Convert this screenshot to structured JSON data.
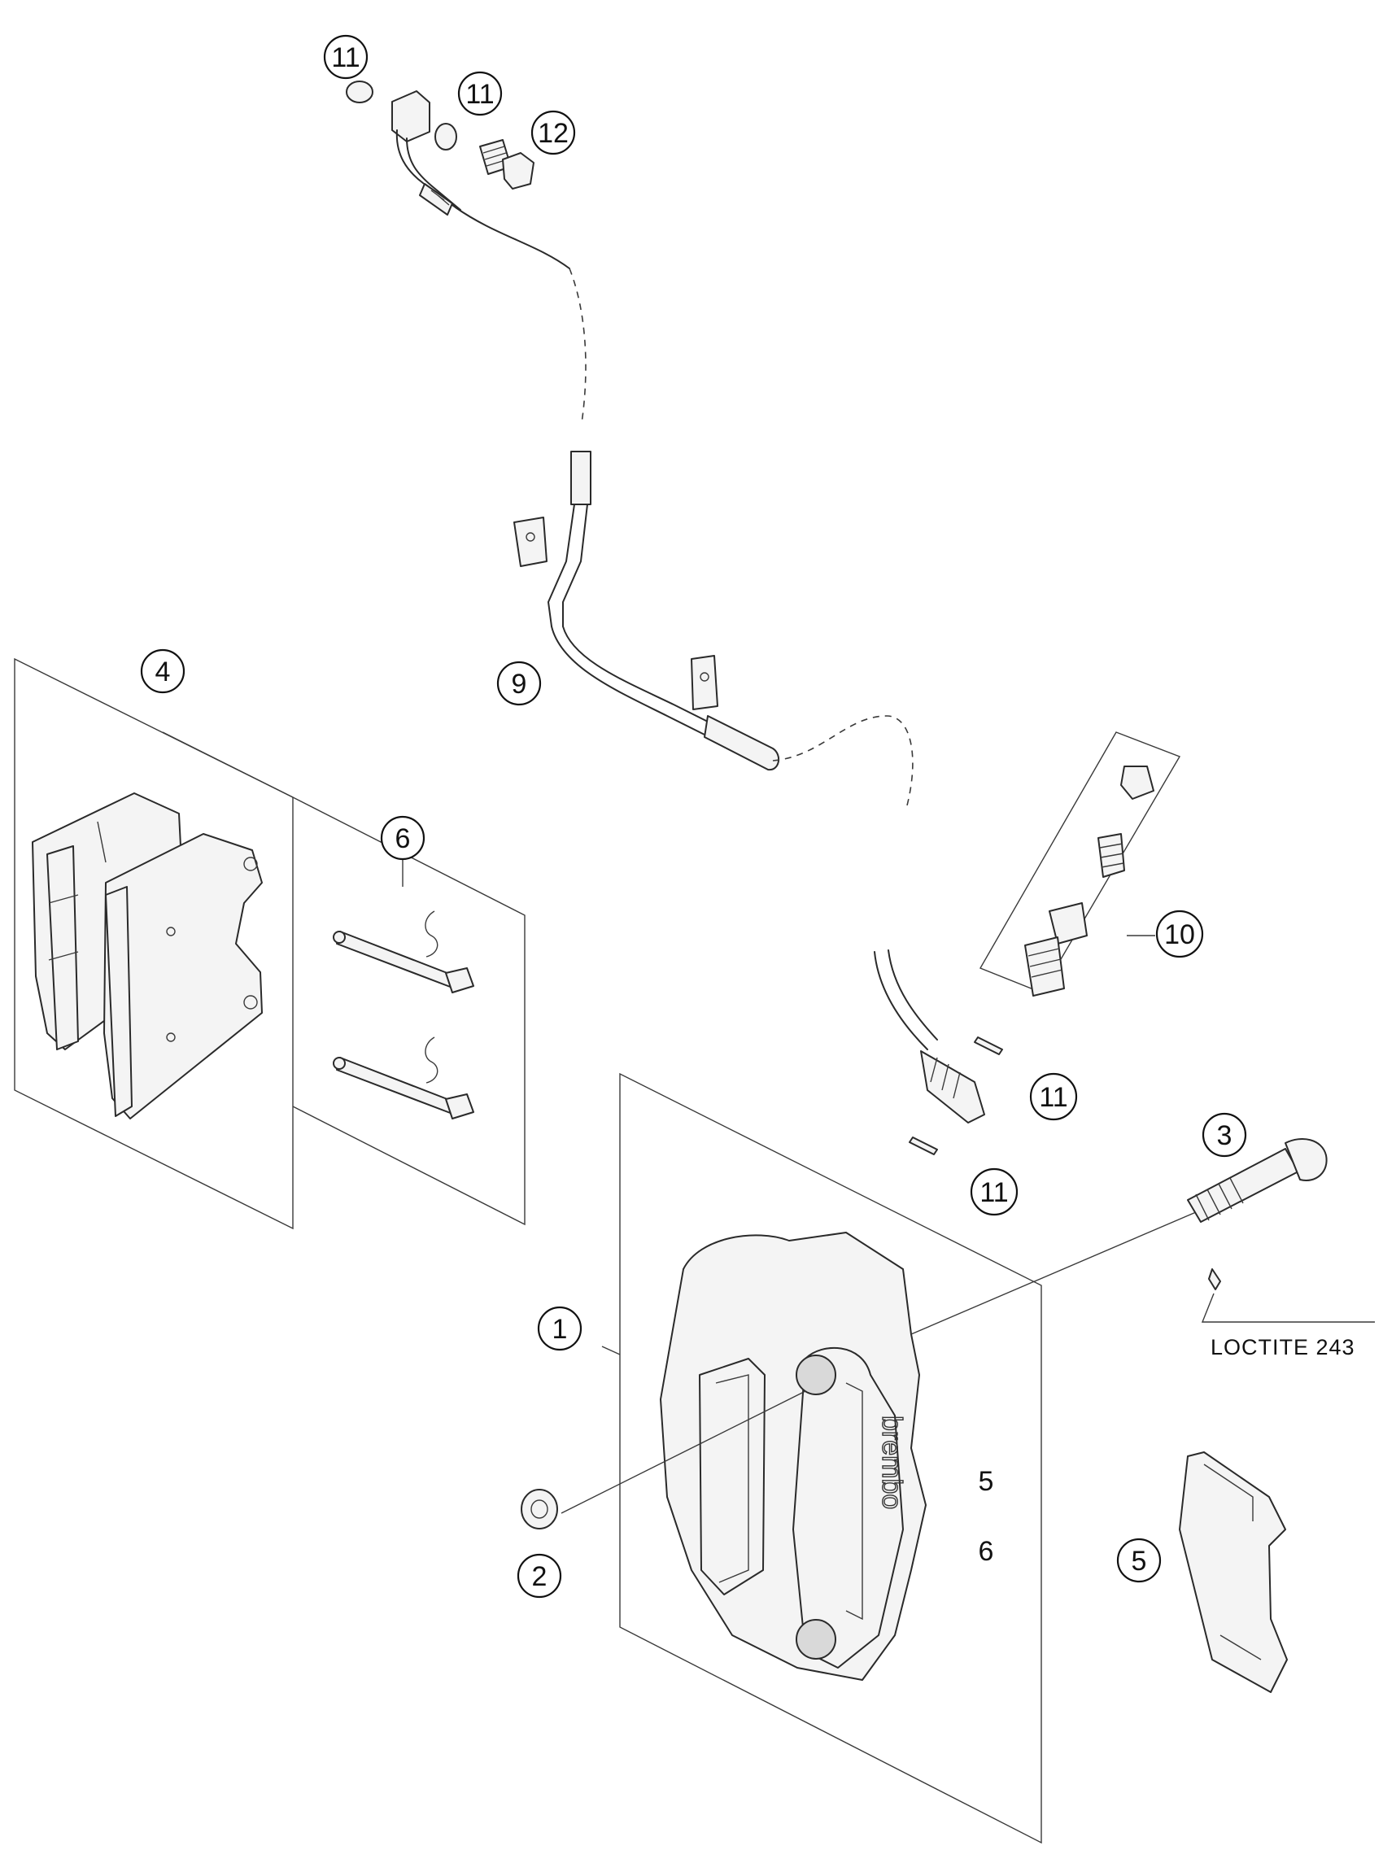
{
  "callouts": [
    {
      "id": "c11-top",
      "label": "11"
    },
    {
      "id": "c11-mid",
      "label": "11"
    },
    {
      "id": "c12",
      "label": "12"
    },
    {
      "id": "c4",
      "label": "4"
    },
    {
      "id": "c6-pins",
      "label": "6"
    },
    {
      "id": "c9",
      "label": "9"
    },
    {
      "id": "c10",
      "label": "10"
    },
    {
      "id": "c11-a",
      "label": "11"
    },
    {
      "id": "c11-b",
      "label": "11"
    },
    {
      "id": "c3",
      "label": "3"
    },
    {
      "id": "c1",
      "label": "1"
    },
    {
      "id": "c2",
      "label": "2"
    },
    {
      "id": "c5-spring",
      "label": "5"
    }
  ],
  "loose_labels": [
    {
      "id": "l5",
      "label": "5"
    },
    {
      "id": "l6",
      "label": "6"
    }
  ],
  "note": {
    "text": "LOCTITE 243"
  },
  "caliper": {
    "brand": "brembo"
  }
}
